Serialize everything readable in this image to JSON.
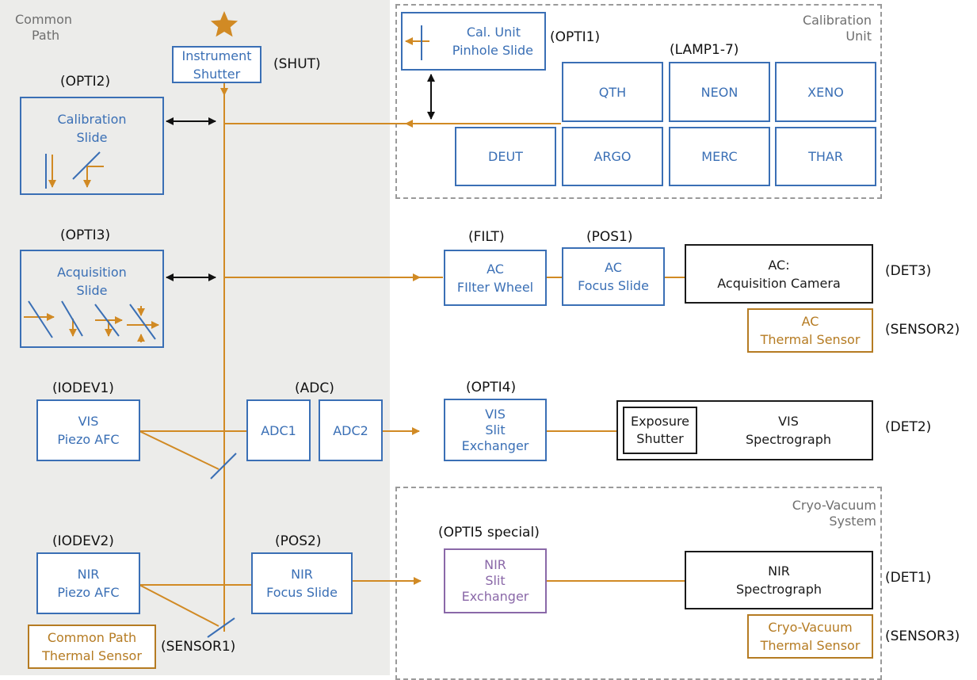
{
  "colors": {
    "blue": "#3a6fb5",
    "orange": "#d18a24",
    "black": "#1a1a1a",
    "purple": "#8a68a8",
    "panel_gray": "#ececea",
    "dashed_gray": "#9a9a9a"
  },
  "regions": {
    "common_path": [
      "Common",
      "Path"
    ],
    "calibration_unit": [
      "Calibration",
      "Unit"
    ],
    "cryo_vacuum": [
      "Cryo-Vacuum",
      "System"
    ]
  },
  "boxes": {
    "instrument_shutter": [
      "Instrument",
      "Shutter"
    ],
    "cal_pinhole": [
      "Cal. Unit",
      "Pinhole Slide"
    ],
    "qth": [
      "QTH"
    ],
    "neon": [
      "NEON"
    ],
    "xeno": [
      "XENO"
    ],
    "deut": [
      "DEUT"
    ],
    "argo": [
      "ARGO"
    ],
    "merc": [
      "MERC"
    ],
    "thar": [
      "THAR"
    ],
    "calibration_slide": [
      "Calibration",
      "Slide"
    ],
    "acquisition_slide": [
      "Acquisition",
      "Slide"
    ],
    "ac_filter_wheel": [
      "AC",
      "FIlter Wheel"
    ],
    "ac_focus_slide": [
      "AC",
      "Focus Slide"
    ],
    "acquisition_camera": [
      "AC:",
      "Acquisition Camera"
    ],
    "ac_thermal_sensor": [
      "AC",
      "Thermal Sensor"
    ],
    "vis_piezo_afc": [
      "VIS",
      "Piezo AFC"
    ],
    "adc1": [
      "ADC1"
    ],
    "adc2": [
      "ADC2"
    ],
    "vis_slit_exchanger": [
      "VIS",
      "Slit",
      "Exchanger"
    ],
    "exposure_shutter": [
      "Exposure",
      "Shutter"
    ],
    "vis_spectrograph": [
      "VIS",
      "Spectrograph"
    ],
    "nir_piezo_afc": [
      "NIR",
      "Piezo AFC"
    ],
    "nir_focus_slide": [
      "NIR",
      "Focus Slide"
    ],
    "nir_slit_exchanger": [
      "NIR",
      "Slit",
      "Exchanger"
    ],
    "nir_spectrograph": [
      "NIR",
      "Spectrograph"
    ],
    "cryo_thermal_sensor": [
      "Cryo-Vacuum",
      "Thermal Sensor"
    ],
    "common_path_sensor": [
      "Common Path",
      "Thermal Sensor"
    ]
  },
  "tags": {
    "shut": "(SHUT)",
    "opti1": "(OPTI1)",
    "lamp": "(LAMP1-7)",
    "opti2": "(OPTI2)",
    "opti3": "(OPTI3)",
    "filt": "(FILT)",
    "pos1": "(POS1)",
    "det3": "(DET3)",
    "sensor2": "(SENSOR2)",
    "iodev1": "(IODEV1)",
    "adc": "(ADC)",
    "opti4": "(OPTI4)",
    "det2": "(DET2)",
    "iodev2": "(IODEV2)",
    "pos2": "(POS2)",
    "opti5": "(OPTI5 special)",
    "det1": "(DET1)",
    "sensor3": "(SENSOR3)",
    "sensor1": "(SENSOR1)"
  }
}
